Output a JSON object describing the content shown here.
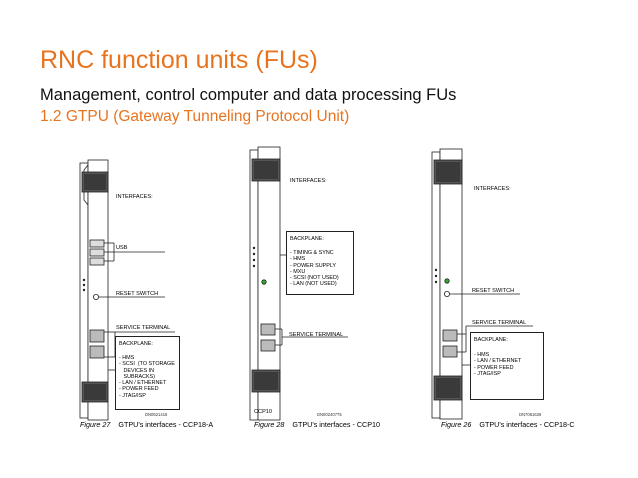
{
  "slide": {
    "title": "RNC function units (FUs)",
    "subtitle": "Management, control computer and data processing FUs",
    "section": "1.2 GTPU (Gateway Tunneling Protocol Unit)"
  },
  "figures": [
    {
      "interfaces": "INTERFACES:",
      "usb": "USB",
      "reset": "RESET SWITCH",
      "service": "SERVICE TERMINAL",
      "backplane_title": "BACKPLANE:",
      "backplane_items": "- HMS\n- SCSI  (TO STORAGE\n   DEVICES IN\n   SUBRACKS)\n- LAN / ETHERNET\n- POWER FEED\n- JTAG/ISP",
      "code": "DN0621416",
      "fig_no": "Figure 27",
      "caption": "GTPU's interfaces - CCP18-A"
    },
    {
      "interfaces": "INTERFACES:",
      "backplane_title": "BACKPLANE:",
      "backplane_items": "- TIMING & SYNC\n- HMS\n- POWER SUPPLY\n- MXU\n- SCSI (NOT USED)\n- LAN (NOT USED)",
      "service": "SERVICE TERMINAL",
      "unit": "CCP10",
      "code": "DN00240775",
      "fig_no": "Figure 28",
      "caption": "GTPU's interfaces - CCP10"
    },
    {
      "interfaces": "INTERFACES:",
      "reset": "RESET SWITCH",
      "service": "SERVICE TERMINAL",
      "backplane_title": "BACKPLANE:",
      "backplane_items": "- HMS\n- LAN / ETHERNET\n- POWER FEED\n- JTAG/ISP",
      "code": "DN7061626",
      "fig_no": "Figure 26",
      "caption": "GTPU's interfaces - CCP18-C"
    }
  ]
}
